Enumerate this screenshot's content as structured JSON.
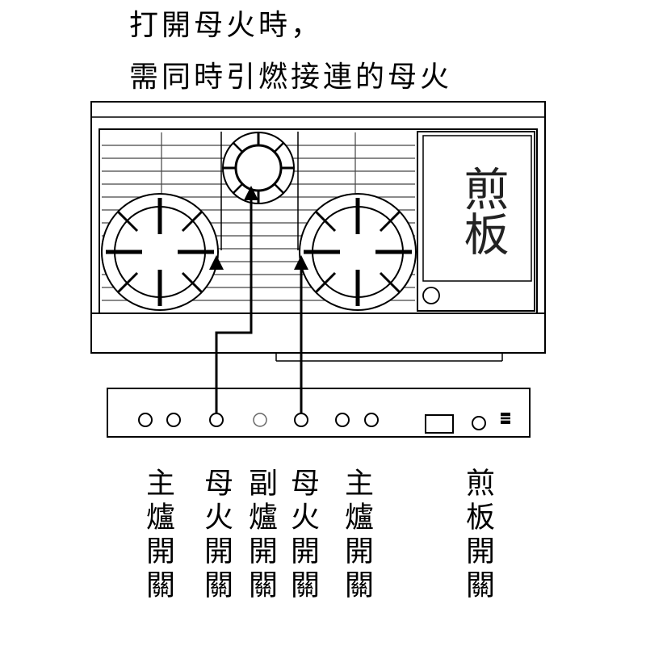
{
  "title": {
    "line1": "打開母火時，",
    "line2": "需同時引燃接連的母火"
  },
  "griddle_label": "煎板",
  "switch_labels": [
    {
      "id": "main-left",
      "text": "主爐開關"
    },
    {
      "id": "pilot-left",
      "text": "母火開關"
    },
    {
      "id": "aux",
      "text": "副爐開關"
    },
    {
      "id": "pilot-right",
      "text": "母火開關"
    },
    {
      "id": "main-right",
      "text": "主爐開關"
    },
    {
      "id": "griddle",
      "text": "煎板開關"
    }
  ],
  "icons": {
    "burner": "gas-burner-icon",
    "arrow": "arrow-up-icon",
    "knob": "knob-icon"
  },
  "colors": {
    "line": "#000000",
    "grate": "#444444",
    "background": "#ffffff"
  }
}
